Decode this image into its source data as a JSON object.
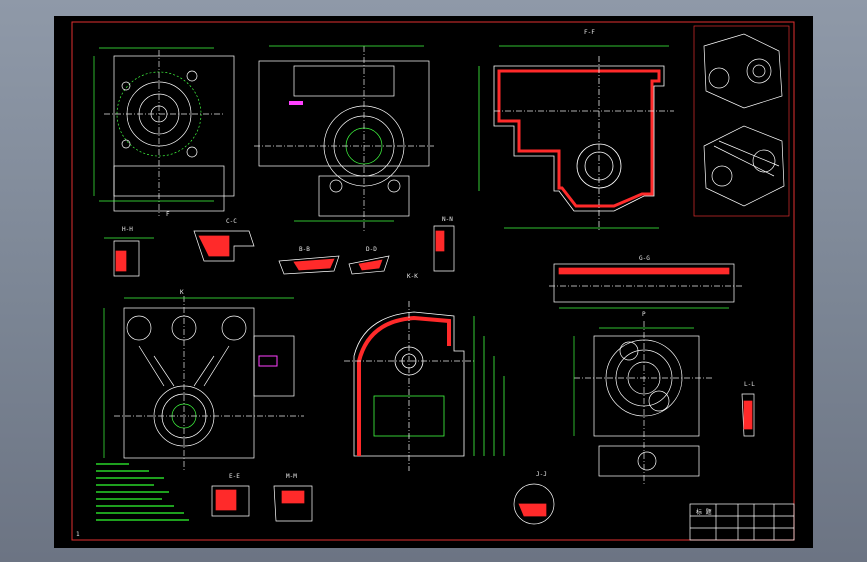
{
  "colors": {
    "background": "#000000",
    "frame": "#e03030",
    "outline": "#ffffff",
    "hatch": "#ff2a2a",
    "dimension": "#30ff30",
    "centerline": "#e8e8e8",
    "magenta": "#ff40ff"
  },
  "views": {
    "top_left": "F",
    "left_mid": "H-H",
    "c_c": "C-C",
    "b_b": "B-B",
    "d_d": "D-D",
    "section_ff": "F-F",
    "n_n": "N-N",
    "g_g": "G-G",
    "k_k": "K-K",
    "e_e": "E-E",
    "m_m": "M-M",
    "l_l": "L-L",
    "j_j": "J-J",
    "k_mark": "K",
    "p_mark": "P"
  },
  "title_block": {
    "label": "标 题"
  },
  "page_marker": "1"
}
